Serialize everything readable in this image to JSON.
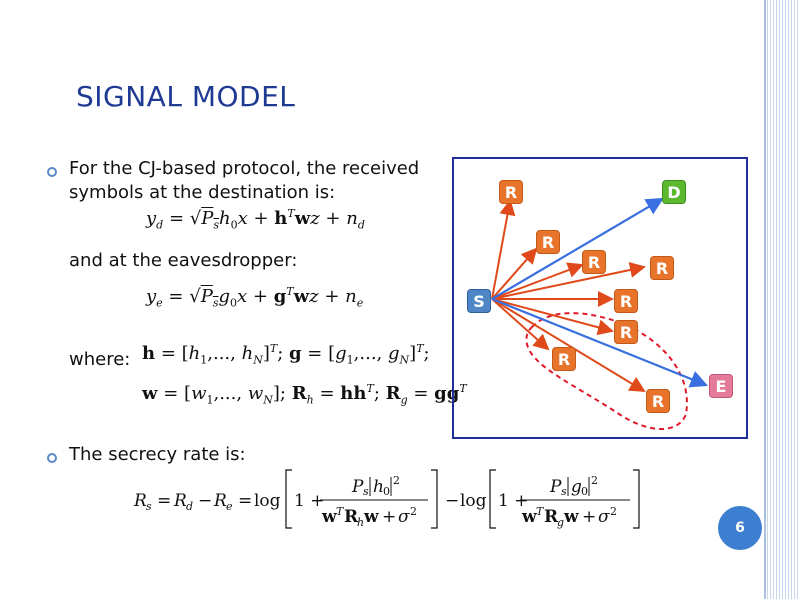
{
  "title": "SIGNAL MODEL",
  "bullets": {
    "b1_line1": "For the CJ-based protocol, the received",
    "b1_line2": "symbols at the destination is:",
    "b1_eaves": "and at the eavesdropper:",
    "b1_where": "where:",
    "b2": "The secrecy rate is:"
  },
  "nodes": {
    "relay": "R",
    "source": "S",
    "destination": "D",
    "eavesdropper": "E"
  },
  "page_number": "6",
  "colors": {
    "title": "#1f3a93",
    "relay": "#e8732a",
    "source": "#4f86c6",
    "destination": "#5cb82e",
    "eavesdropper": "#e47b9a",
    "blue_arrow": "#3a6fe0",
    "red_arrow": "#e04a1a",
    "dashed_region": "#e01a2a"
  }
}
